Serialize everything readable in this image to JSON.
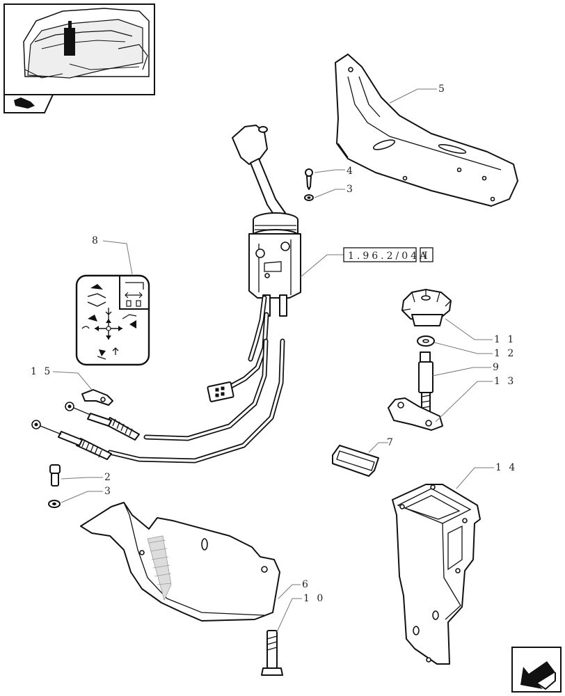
{
  "callouts": {
    "c5": "5",
    "c4": "4",
    "c3a": "3",
    "c8": "8",
    "c11": "1 1",
    "c12": "1 2",
    "c9": "9",
    "c13": "1 3",
    "c15": "1 5",
    "c7": "7",
    "c2": "2",
    "c3b": "3",
    "c14": "1 4",
    "c6": "6",
    "c10": "1 0"
  },
  "reference": {
    "code": "1.96.2/04A",
    "suffix": "I"
  },
  "icons": {
    "thumbnail": "tractor-cab-locator-thumbnail",
    "flag": "section-flag-icon",
    "next": "next-page-arrow-icon",
    "pattern": "joystick-control-pattern-decal"
  }
}
